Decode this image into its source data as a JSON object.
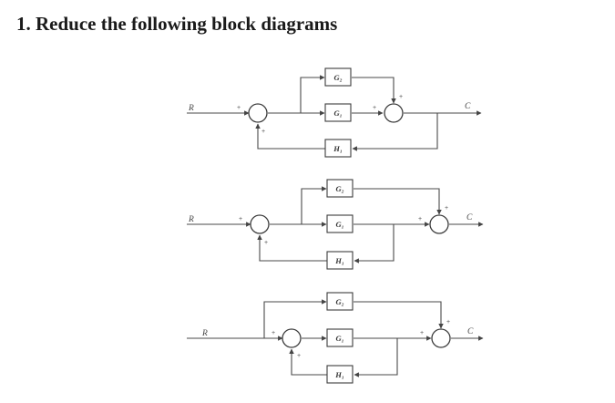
{
  "heading": "1. Reduce the following block diagrams",
  "diagrams": [
    {
      "blocks": {
        "upper": "G₂",
        "middle": "G₁",
        "lower": "H₁"
      },
      "signals": {
        "input": "R",
        "output": "C"
      },
      "signs": {
        "input_sum_in": "+",
        "input_sum_fb": "+",
        "output_sum_in": "+",
        "output_sum_top": "+"
      }
    },
    {
      "blocks": {
        "upper": "G₂",
        "middle": "G₁",
        "lower": "H₁"
      },
      "signals": {
        "input": "R",
        "output": "C"
      },
      "signs": {
        "input_sum_in": "+",
        "input_sum_fb": "+",
        "output_sum_in": "+",
        "output_sum_top": "+"
      }
    },
    {
      "blocks": {
        "upper": "G₂",
        "middle": "G₁",
        "lower": "H₁"
      },
      "signals": {
        "input": "R",
        "output": "C"
      },
      "signs": {
        "input_sum_in": "+",
        "input_sum_fb": "+",
        "output_sum_in": "+",
        "output_sum_top": "+"
      }
    }
  ]
}
